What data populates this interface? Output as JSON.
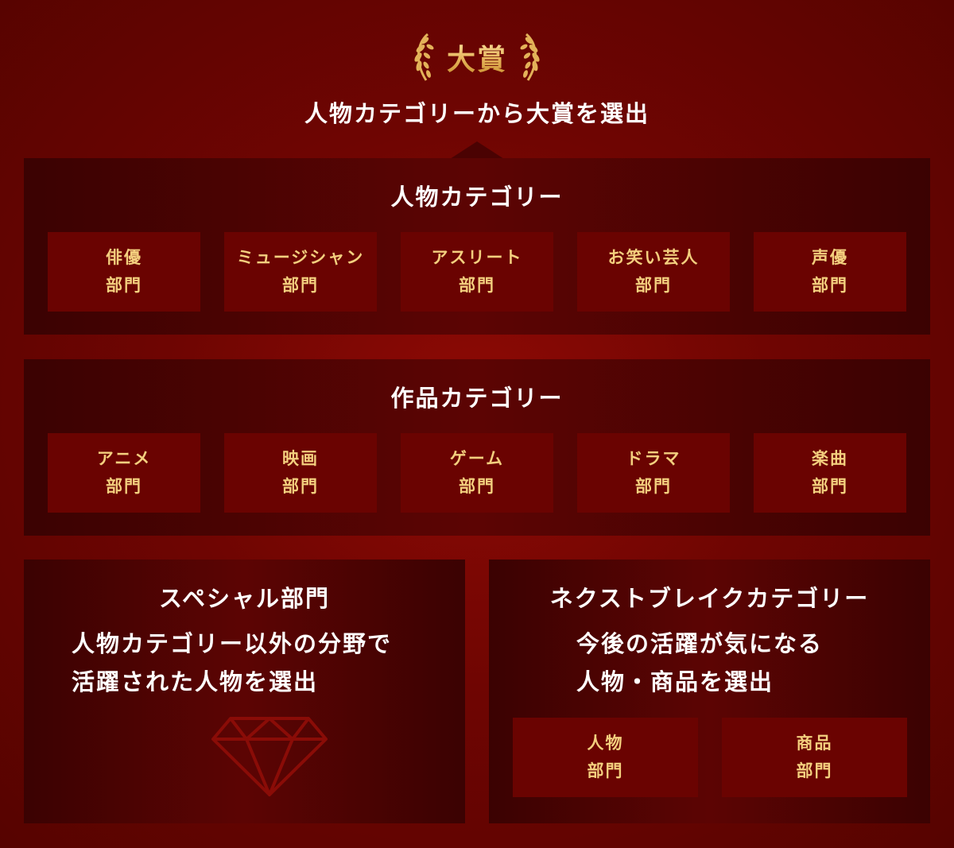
{
  "award": {
    "title": "大賞",
    "subtitle": "人物カテゴリーから大賞を選出",
    "icon": "laurel-wreath-icon",
    "gold": "#f2cf7b"
  },
  "person_category": {
    "title": "人物カテゴリー",
    "divisions": [
      {
        "name": "俳優",
        "suffix": "部門"
      },
      {
        "name": "ミュージシャン",
        "suffix": "部門"
      },
      {
        "name": "アスリート",
        "suffix": "部門"
      },
      {
        "name": "お笑い芸人",
        "suffix": "部門"
      },
      {
        "name": "声優",
        "suffix": "部門"
      }
    ]
  },
  "work_category": {
    "title": "作品カテゴリー",
    "divisions": [
      {
        "name": "アニメ",
        "suffix": "部門"
      },
      {
        "name": "映画",
        "suffix": "部門"
      },
      {
        "name": "ゲーム",
        "suffix": "部門"
      },
      {
        "name": "ドラマ",
        "suffix": "部門"
      },
      {
        "name": "楽曲",
        "suffix": "部門"
      }
    ]
  },
  "special": {
    "title": "スペシャル部門",
    "desc_line1": "人物カテゴリー以外の分野で",
    "desc_line2": "活躍された人物を選出",
    "icon": "diamond-icon"
  },
  "next_break": {
    "title": "ネクストブレイクカテゴリー",
    "desc_line1": "今後の活躍が気になる",
    "desc_line2": "人物・商品を選出",
    "divisions": [
      {
        "name": "人物",
        "suffix": "部門"
      },
      {
        "name": "商品",
        "suffix": "部門"
      }
    ]
  },
  "colors": {
    "background": "#6f0502",
    "panel": "#4a0202",
    "card": "#6a0301",
    "card_text": "#f3cf7e",
    "heading_text": "#ffffff"
  }
}
